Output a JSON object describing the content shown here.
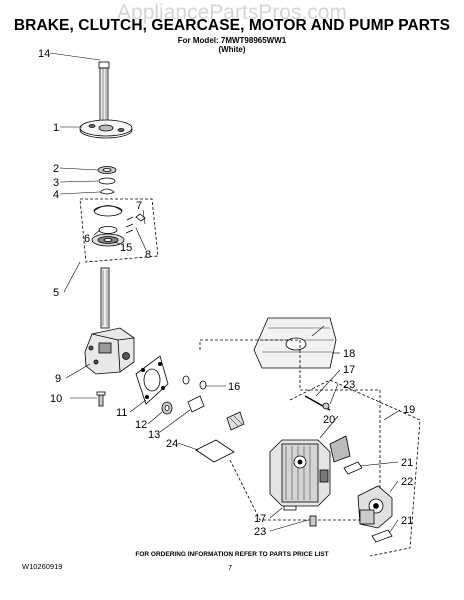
{
  "watermark": "AppliancePartsPros.com",
  "title": "BRAKE, CLUTCH, GEARCASE, MOTOR AND PUMP PARTS",
  "model_line": "For Model: 7MWT98965WW1",
  "color_line": "(White)",
  "footer_note": "FOR ORDERING INFORMATION REFER TO PARTS PRICE LIST",
  "doc_number": "W10260919",
  "page_number": "7",
  "callouts": [
    "14",
    "1",
    "2",
    "3",
    "4",
    "7",
    "6",
    "15",
    "8",
    "5",
    "9",
    "10",
    "16",
    "11",
    "12",
    "13",
    "24",
    "18",
    "17",
    "23",
    "19",
    "20",
    "21",
    "22",
    "17",
    "23",
    "21"
  ]
}
